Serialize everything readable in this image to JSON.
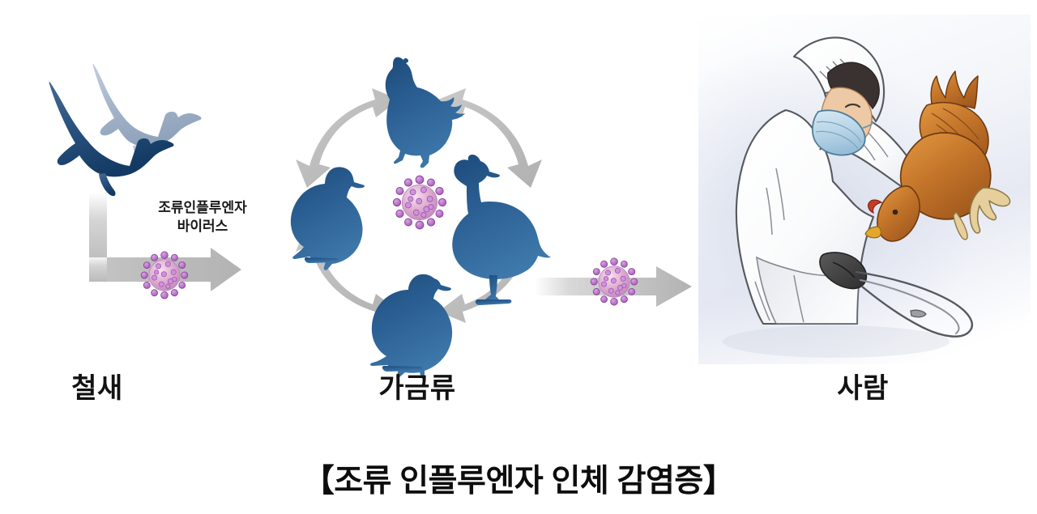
{
  "meta": {
    "title": "【조류 인플루엔자 인체 감염증】",
    "background_color": "#ffffff"
  },
  "stages": {
    "wild_birds": {
      "label": "철새",
      "icon": "flying-geese-icon",
      "bird_count": 2,
      "colors": {
        "front": "#1f4e79",
        "back": "#a8b8cc"
      }
    },
    "poultry": {
      "label": "가금류",
      "icon": "poultry-cycle-icon",
      "birds": [
        {
          "name": "chicken-icon",
          "position": "top"
        },
        {
          "name": "duck-icon",
          "position": "right"
        },
        {
          "name": "pigeon-icon",
          "position": "bottom"
        },
        {
          "name": "quail-icon",
          "position": "left"
        }
      ],
      "arrow_count": 4,
      "arrow_color": "#bdbdbd",
      "center_icon": "virus-icon",
      "bird_color": "#2a5f96"
    },
    "human": {
      "label": "사람",
      "icon": "ppe-worker-holding-chicken-illustration",
      "details": {
        "suit": "white protective coverall with hood",
        "mask": "blue surgical mask",
        "gloves": "black gloves",
        "held_animal": "orange-brown chicken held upside down",
        "tool": "metal catching hook"
      },
      "colors": {
        "suit": "#fdfdfd",
        "mask": "#b9d6ea",
        "glove": "#4a4a4a",
        "chicken": "#c8762c",
        "skin": "#e6b894"
      }
    }
  },
  "virus": {
    "caption": "조류인플루엔자\n바이러스",
    "icon": "virus-icon",
    "core_color": "#e2b8d6",
    "spike_color": "#b264c0",
    "instances": [
      {
        "id": "virus-on-wild-arrow",
        "name": "virus-particle-left"
      },
      {
        "id": "virus-in-poultry-cycle",
        "name": "virus-particle-center"
      },
      {
        "id": "virus-on-human-arrow",
        "name": "virus-particle-right"
      }
    ]
  },
  "arrows": {
    "wild_to_poultry": {
      "name": "elbow-arrow-wild-to-poultry",
      "shape": "down-then-right",
      "color": "#bdbdbd"
    },
    "poultry_to_human": {
      "name": "straight-arrow-poultry-to-human",
      "shape": "right",
      "color": "#bdbdbd"
    },
    "cycle": {
      "name": "bidirectional-curved-arrow",
      "shape": "double-headed-arc",
      "color": "#bdbdbd",
      "count": 4
    }
  }
}
